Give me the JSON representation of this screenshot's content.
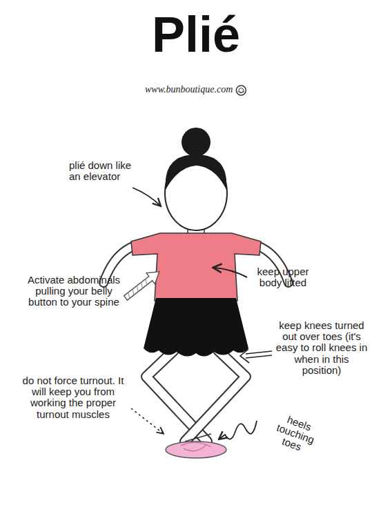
{
  "diagram": {
    "title": "Plié",
    "labels": [
      "www.bunboutique.com",
      "plié down like an elevator",
      "Activate abdominals pulling your belly button to your spine",
      "keep upper body lifted",
      "keep knees turned out over toes (it's easy to roll knees in when in this position)",
      "do not force turnout. It will keep you from working the proper turnout muscles",
      "heels touching toes"
    ]
  }
}
